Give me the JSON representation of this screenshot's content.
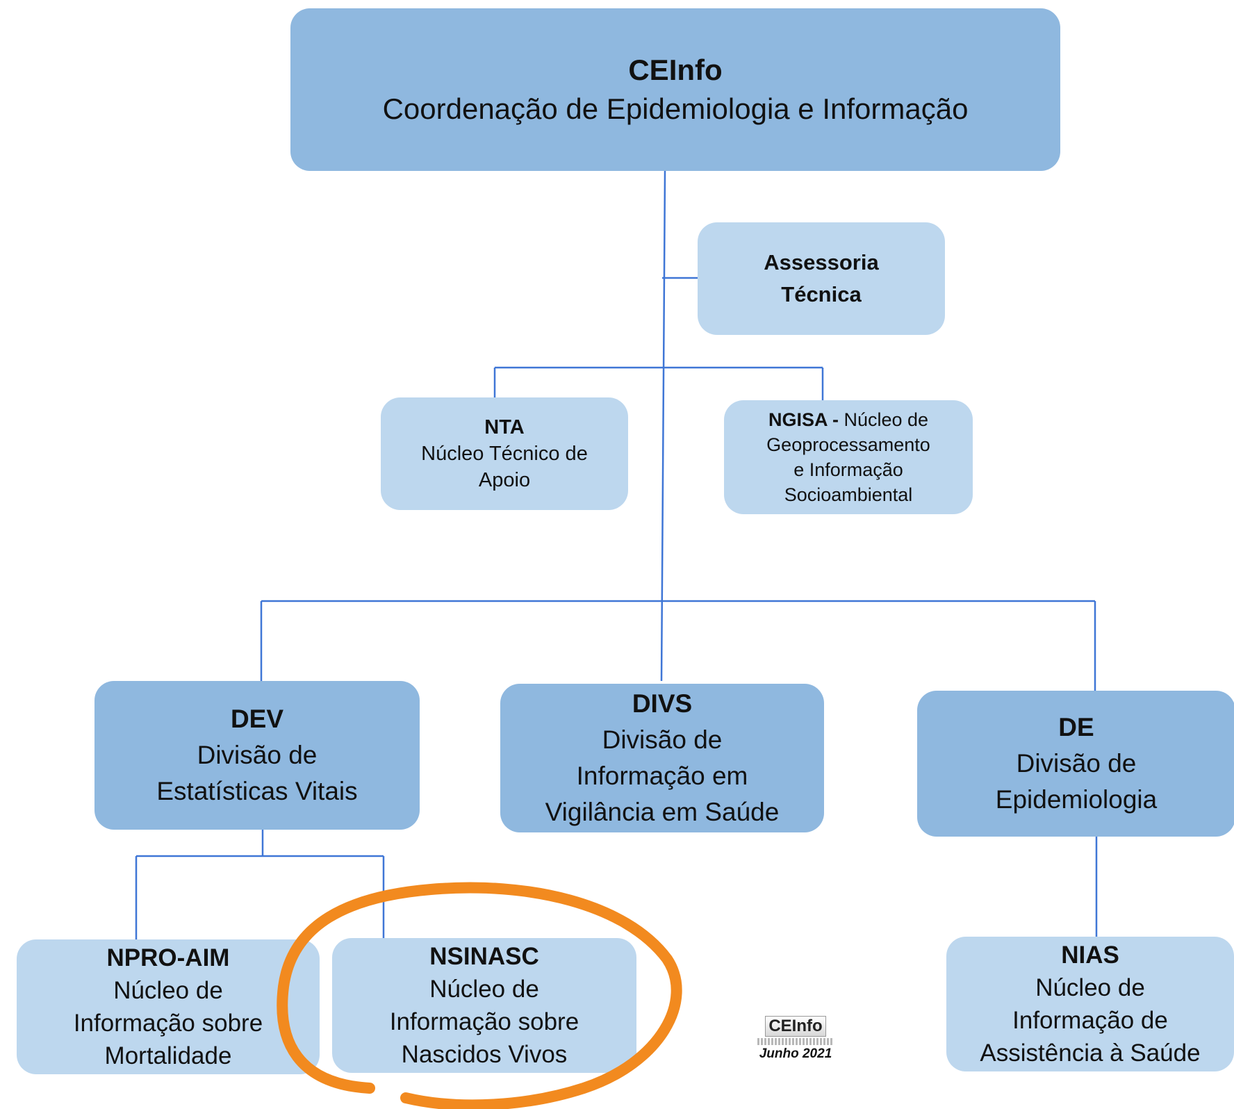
{
  "colors": {
    "dark_box": "#8fb8df",
    "light_box": "#bdd7ee",
    "connector": "#3f76d6",
    "highlight": "#f28a1f"
  },
  "nodes": {
    "ceinfo": {
      "abbr": "CEInfo",
      "line1": "Coordenação de Epidemiologia e Informação"
    },
    "assessoria": {
      "line1": "Assessoria",
      "line2": "Técnica"
    },
    "nta": {
      "abbr": "NTA",
      "line1": "Núcleo Técnico de",
      "line2": "Apoio"
    },
    "ngisa": {
      "abbr": "NGISA -",
      "line1_rest": " Núcleo de",
      "line2": "Geoprocessamento",
      "line3": "e Informação",
      "line4": "Socioambiental"
    },
    "dev": {
      "abbr": "DEV",
      "line1": "Divisão de",
      "line2": "Estatísticas Vitais"
    },
    "divs": {
      "abbr": "DIVS",
      "line1": "Divisão de",
      "line2": "Informação em",
      "line3": "Vigilância em Saúde"
    },
    "de": {
      "abbr": "DE",
      "line1": "Divisão de",
      "line2": "Epidemiologia"
    },
    "npro_aim": {
      "abbr": "NPRO-AIM",
      "line1": "Núcleo de",
      "line2": "Informação sobre",
      "line3": "Mortalidade"
    },
    "nsinasc": {
      "abbr": "NSINASC",
      "line1": "Núcleo de",
      "line2": "Informação sobre",
      "line3": "Nascidos Vivos"
    },
    "nias": {
      "abbr": "NIAS",
      "line1": "Núcleo de",
      "line2": "Informação de",
      "line3": "Assistência à Saúde"
    }
  },
  "logo": {
    "text": "CEInfo",
    "date": "Junho 2021"
  },
  "highlighted_node": "NSINASC"
}
